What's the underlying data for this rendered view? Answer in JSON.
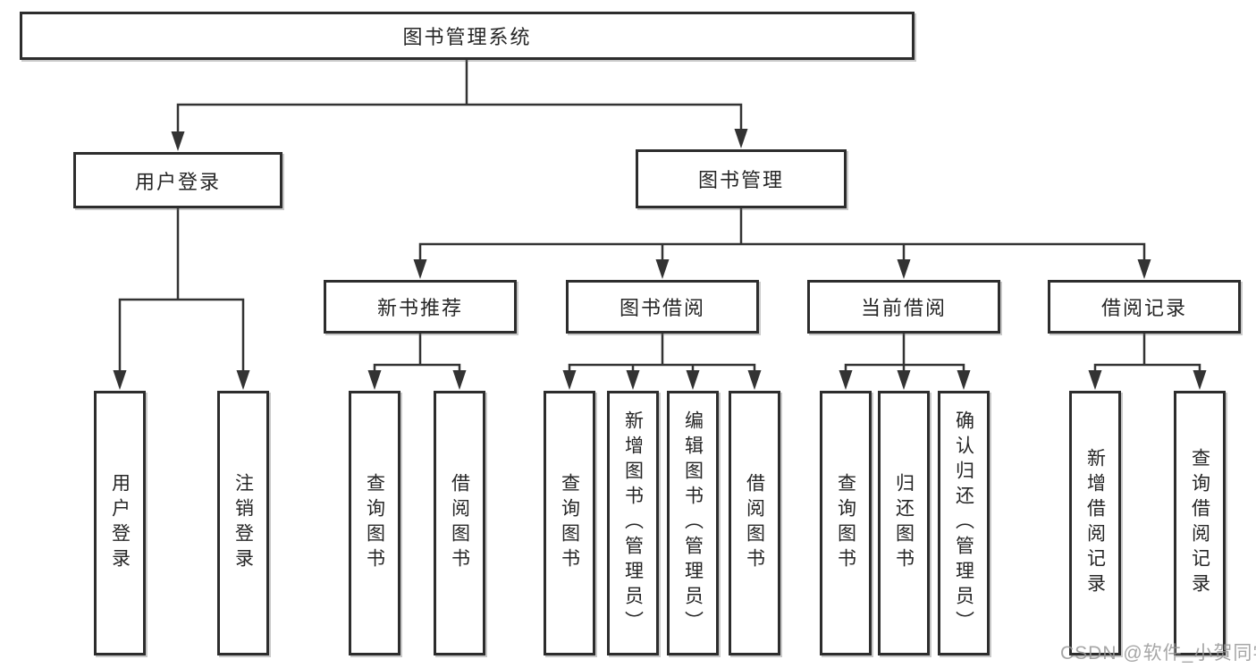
{
  "diagram": {
    "tree": {
      "label": "图书管理系统",
      "children": [
        {
          "label": "用户登录",
          "children": [
            {
              "label": "用户登录"
            },
            {
              "label": "注销登录"
            }
          ]
        },
        {
          "label": "图书管理",
          "children": [
            {
              "label": "新书推荐",
              "children": [
                {
                  "label": "查询图书"
                },
                {
                  "label": "借阅图书"
                }
              ]
            },
            {
              "label": "图书借阅",
              "children": [
                {
                  "label": "查询图书"
                },
                {
                  "label": "新增图书（管理员）"
                },
                {
                  "label": "编辑图书（管理员）"
                },
                {
                  "label": "借阅图书"
                }
              ]
            },
            {
              "label": "当前借阅",
              "children": [
                {
                  "label": "查询图书"
                },
                {
                  "label": "归还图书"
                },
                {
                  "label": "确认归还（管理员）"
                }
              ]
            },
            {
              "label": "借阅记录",
              "children": [
                {
                  "label": "新增借阅记录"
                },
                {
                  "label": "查询借阅记录"
                }
              ]
            }
          ]
        }
      ]
    }
  },
  "watermark": {
    "text": "CSDN @软件_小贺同学"
  },
  "colors": {
    "line": "#333333",
    "box_border": "#2d2d2d",
    "text": "#262626",
    "watermark": "#969696",
    "background": "#ffffff"
  }
}
